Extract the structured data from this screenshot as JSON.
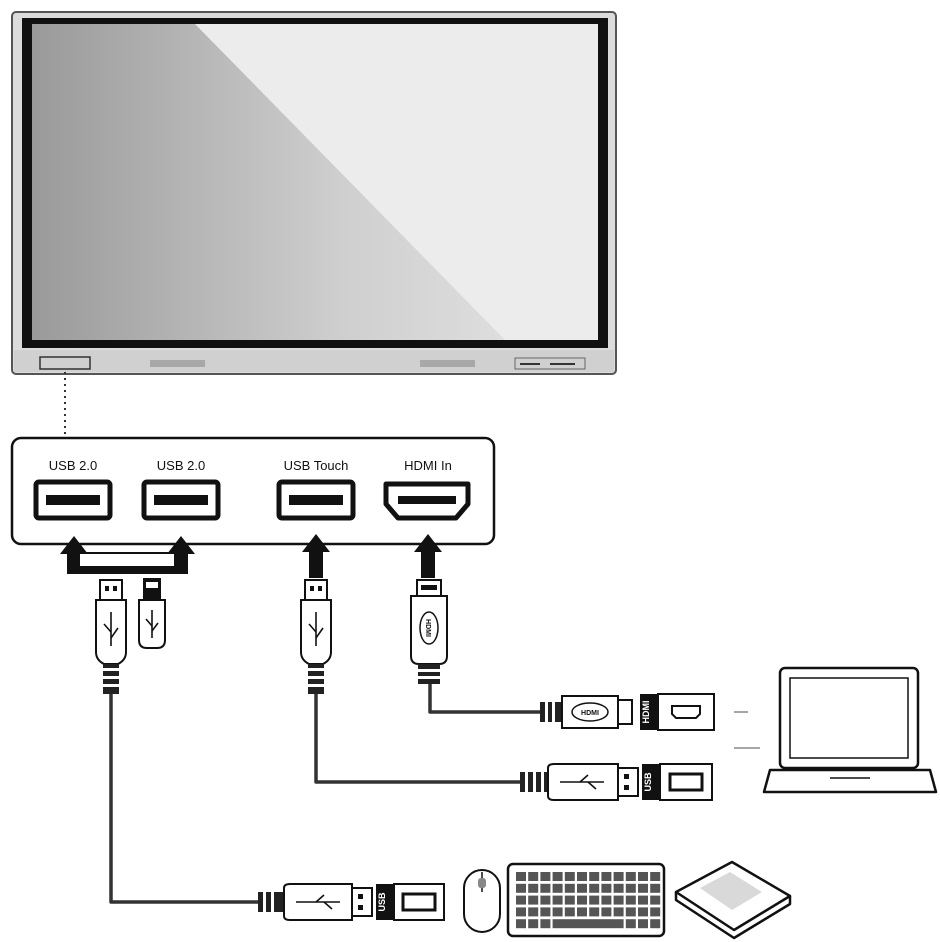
{
  "ports": [
    {
      "id": "usb-a",
      "label": "USB 2.0"
    },
    {
      "id": "usb-b",
      "label": "USB 2.0"
    },
    {
      "id": "usb-touch",
      "label": "USB Touch"
    },
    {
      "id": "hdmi-in",
      "label": "HDMI In"
    }
  ],
  "connector_marks": {
    "hdmi_plug": "HDMI",
    "hdmi_socket": "HDMI",
    "usb_socket": "USB"
  },
  "colors": {
    "panel_dark": "#111111",
    "bezel": "#d7d7d7",
    "cable": "#333333"
  }
}
